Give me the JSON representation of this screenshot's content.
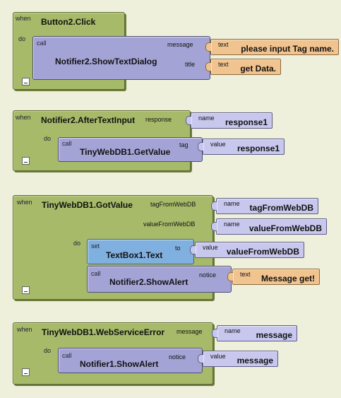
{
  "blocks": [
    {
      "keyword": "when",
      "event": "Button2.Click",
      "do": "do",
      "call_kw": "call",
      "call_name": "Notifier2.ShowTextDialog",
      "params": [
        {
          "name": "message",
          "type": "text",
          "value": "please input Tag name."
        },
        {
          "name": "title",
          "type": "text",
          "value": "get Data."
        }
      ]
    },
    {
      "keyword": "when",
      "event": "Notifier2.AfterTextInput",
      "event_param": "response",
      "event_param_kw": "name",
      "event_param_value": "response1",
      "do": "do",
      "call_kw": "call",
      "call_name": "TinyWebDB1.GetValue",
      "params": [
        {
          "name": "tag",
          "type": "value",
          "value": "response1"
        }
      ]
    },
    {
      "keyword": "when",
      "event": "TinyWebDB1.GotValue",
      "event_params": [
        {
          "name": "tagFromWebDB",
          "kw": "name",
          "value": "tagFromWebDB"
        },
        {
          "name": "valueFromWebDB",
          "kw": "name",
          "value": "valueFromWebDB"
        }
      ],
      "do": "do",
      "set_kw": "set",
      "set_name": "TextBox1.Text",
      "set_to": "to",
      "set_value_kw": "value",
      "set_value": "valueFromWebDB",
      "call_kw": "call",
      "call_name": "Notifier2.ShowAlert",
      "params": [
        {
          "name": "notice",
          "type": "text",
          "value": "Message get!"
        }
      ]
    },
    {
      "keyword": "when",
      "event": "TinyWebDB1.WebServiceError",
      "event_param": "message",
      "event_param_kw": "name",
      "event_param_value": "message",
      "do": "do",
      "call_kw": "call",
      "call_name": "Notifier1.ShowAlert",
      "params": [
        {
          "name": "notice",
          "type": "value",
          "value": "message"
        }
      ]
    }
  ],
  "colors": {
    "background": "#eef0dc",
    "event_block": "#a6ba69",
    "call_block": "#a4a3d6",
    "set_block": "#7fb0df",
    "text_socket": "#f1c38f",
    "value_socket": "#c8c7ee"
  },
  "icons": [
    "collapse-toggle-icon"
  ]
}
